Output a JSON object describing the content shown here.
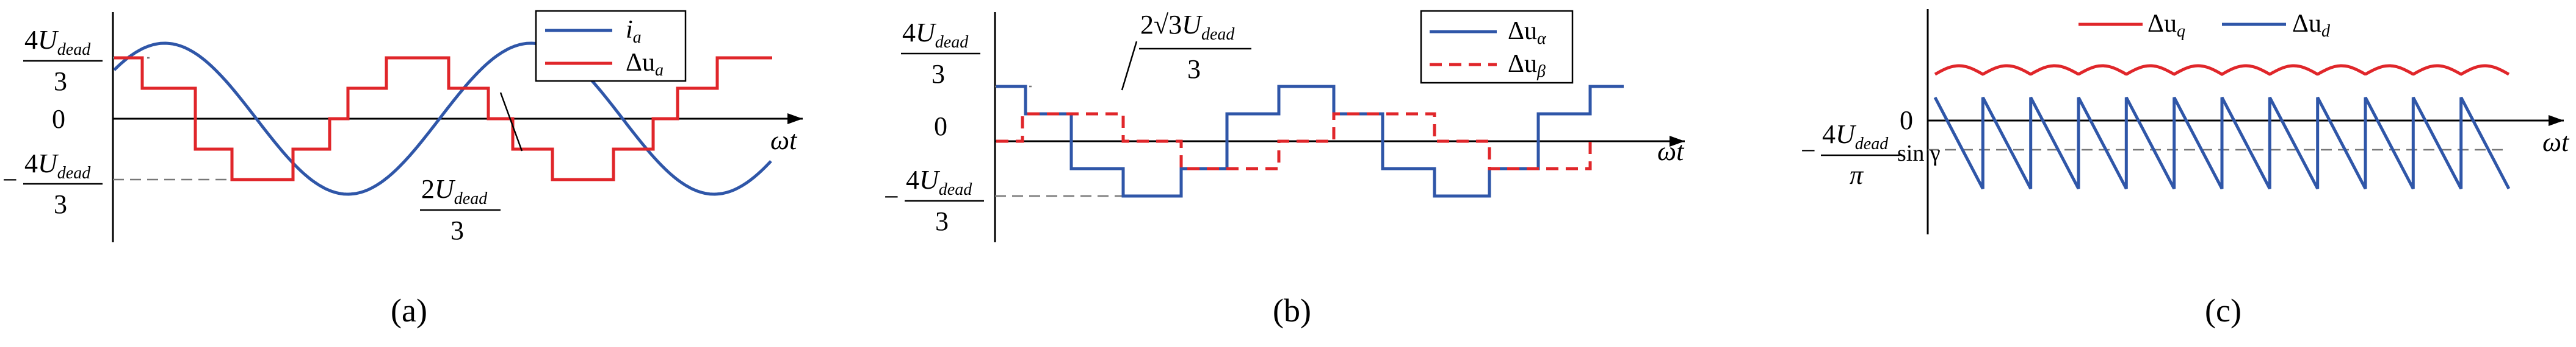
{
  "panels": [
    {
      "id": "a",
      "caption": "(a)",
      "legend": [
        "i_a",
        "Δu_a"
      ],
      "y_labels": [
        "4U_dead/3",
        "0",
        "−4U_dead/3"
      ],
      "annotation": "2U_dead/3",
      "x_label": "ωt"
    },
    {
      "id": "b",
      "caption": "(b)",
      "legend": [
        "Δu_α",
        "Δu_β"
      ],
      "y_labels": [
        "4U_dead/3",
        "0",
        "−4U_dead/3"
      ],
      "annotation": "2√3U_dead/3",
      "x_label": "ωt"
    },
    {
      "id": "c",
      "caption": "(c)",
      "legend": [
        "Δu_q",
        "Δu_d"
      ],
      "y_labels": [
        "0",
        "−4U_dead/π sin γ"
      ],
      "x_label": "ωt"
    }
  ],
  "colors": {
    "blue": "#2f56a8",
    "red": "#e0262a"
  },
  "text": {
    "four": "4",
    "U": "U",
    "dead": "dead",
    "three": "3",
    "zero": "0",
    "minus": "−",
    "pi": "π",
    "sin_gamma": "sin γ",
    "omega_t": "ωt",
    "two": "2",
    "two_root3": "2√3",
    "i": "i",
    "a_sub": "a",
    "delta_u": "Δu",
    "alpha": "α",
    "beta": "β",
    "q": "q",
    "d": "d",
    "cap_a": "(a)",
    "cap_b": "(b)",
    "cap_c": "(c)"
  }
}
